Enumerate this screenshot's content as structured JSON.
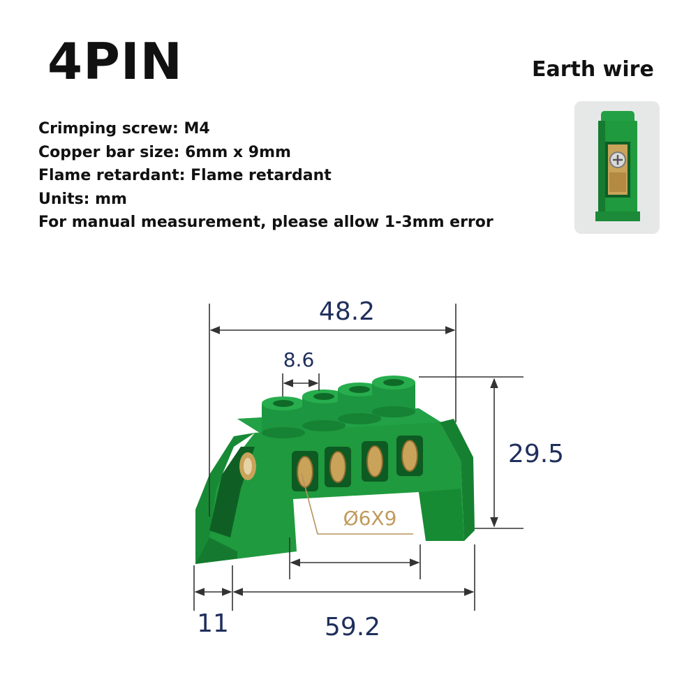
{
  "header": {
    "title": "4PIN",
    "earth_label": "Earth wire"
  },
  "specs": [
    "Crimping screw: M4",
    "Copper bar size: 6mm x 9mm",
    "Flame retardant: Flame retardant",
    "Units: mm",
    "For manual measurement, please allow 1-3mm error"
  ],
  "dimensions": {
    "top_width": "48.2",
    "pitch": "8.6",
    "height": "29.5",
    "copper_bar": "Ø6X9",
    "side": "11",
    "total_length": "59.2"
  },
  "colors": {
    "plastic": "#1f9a3e",
    "plastic_dark": "#15772e",
    "copper": "#c9a35a",
    "dimension_line": "#333333"
  }
}
